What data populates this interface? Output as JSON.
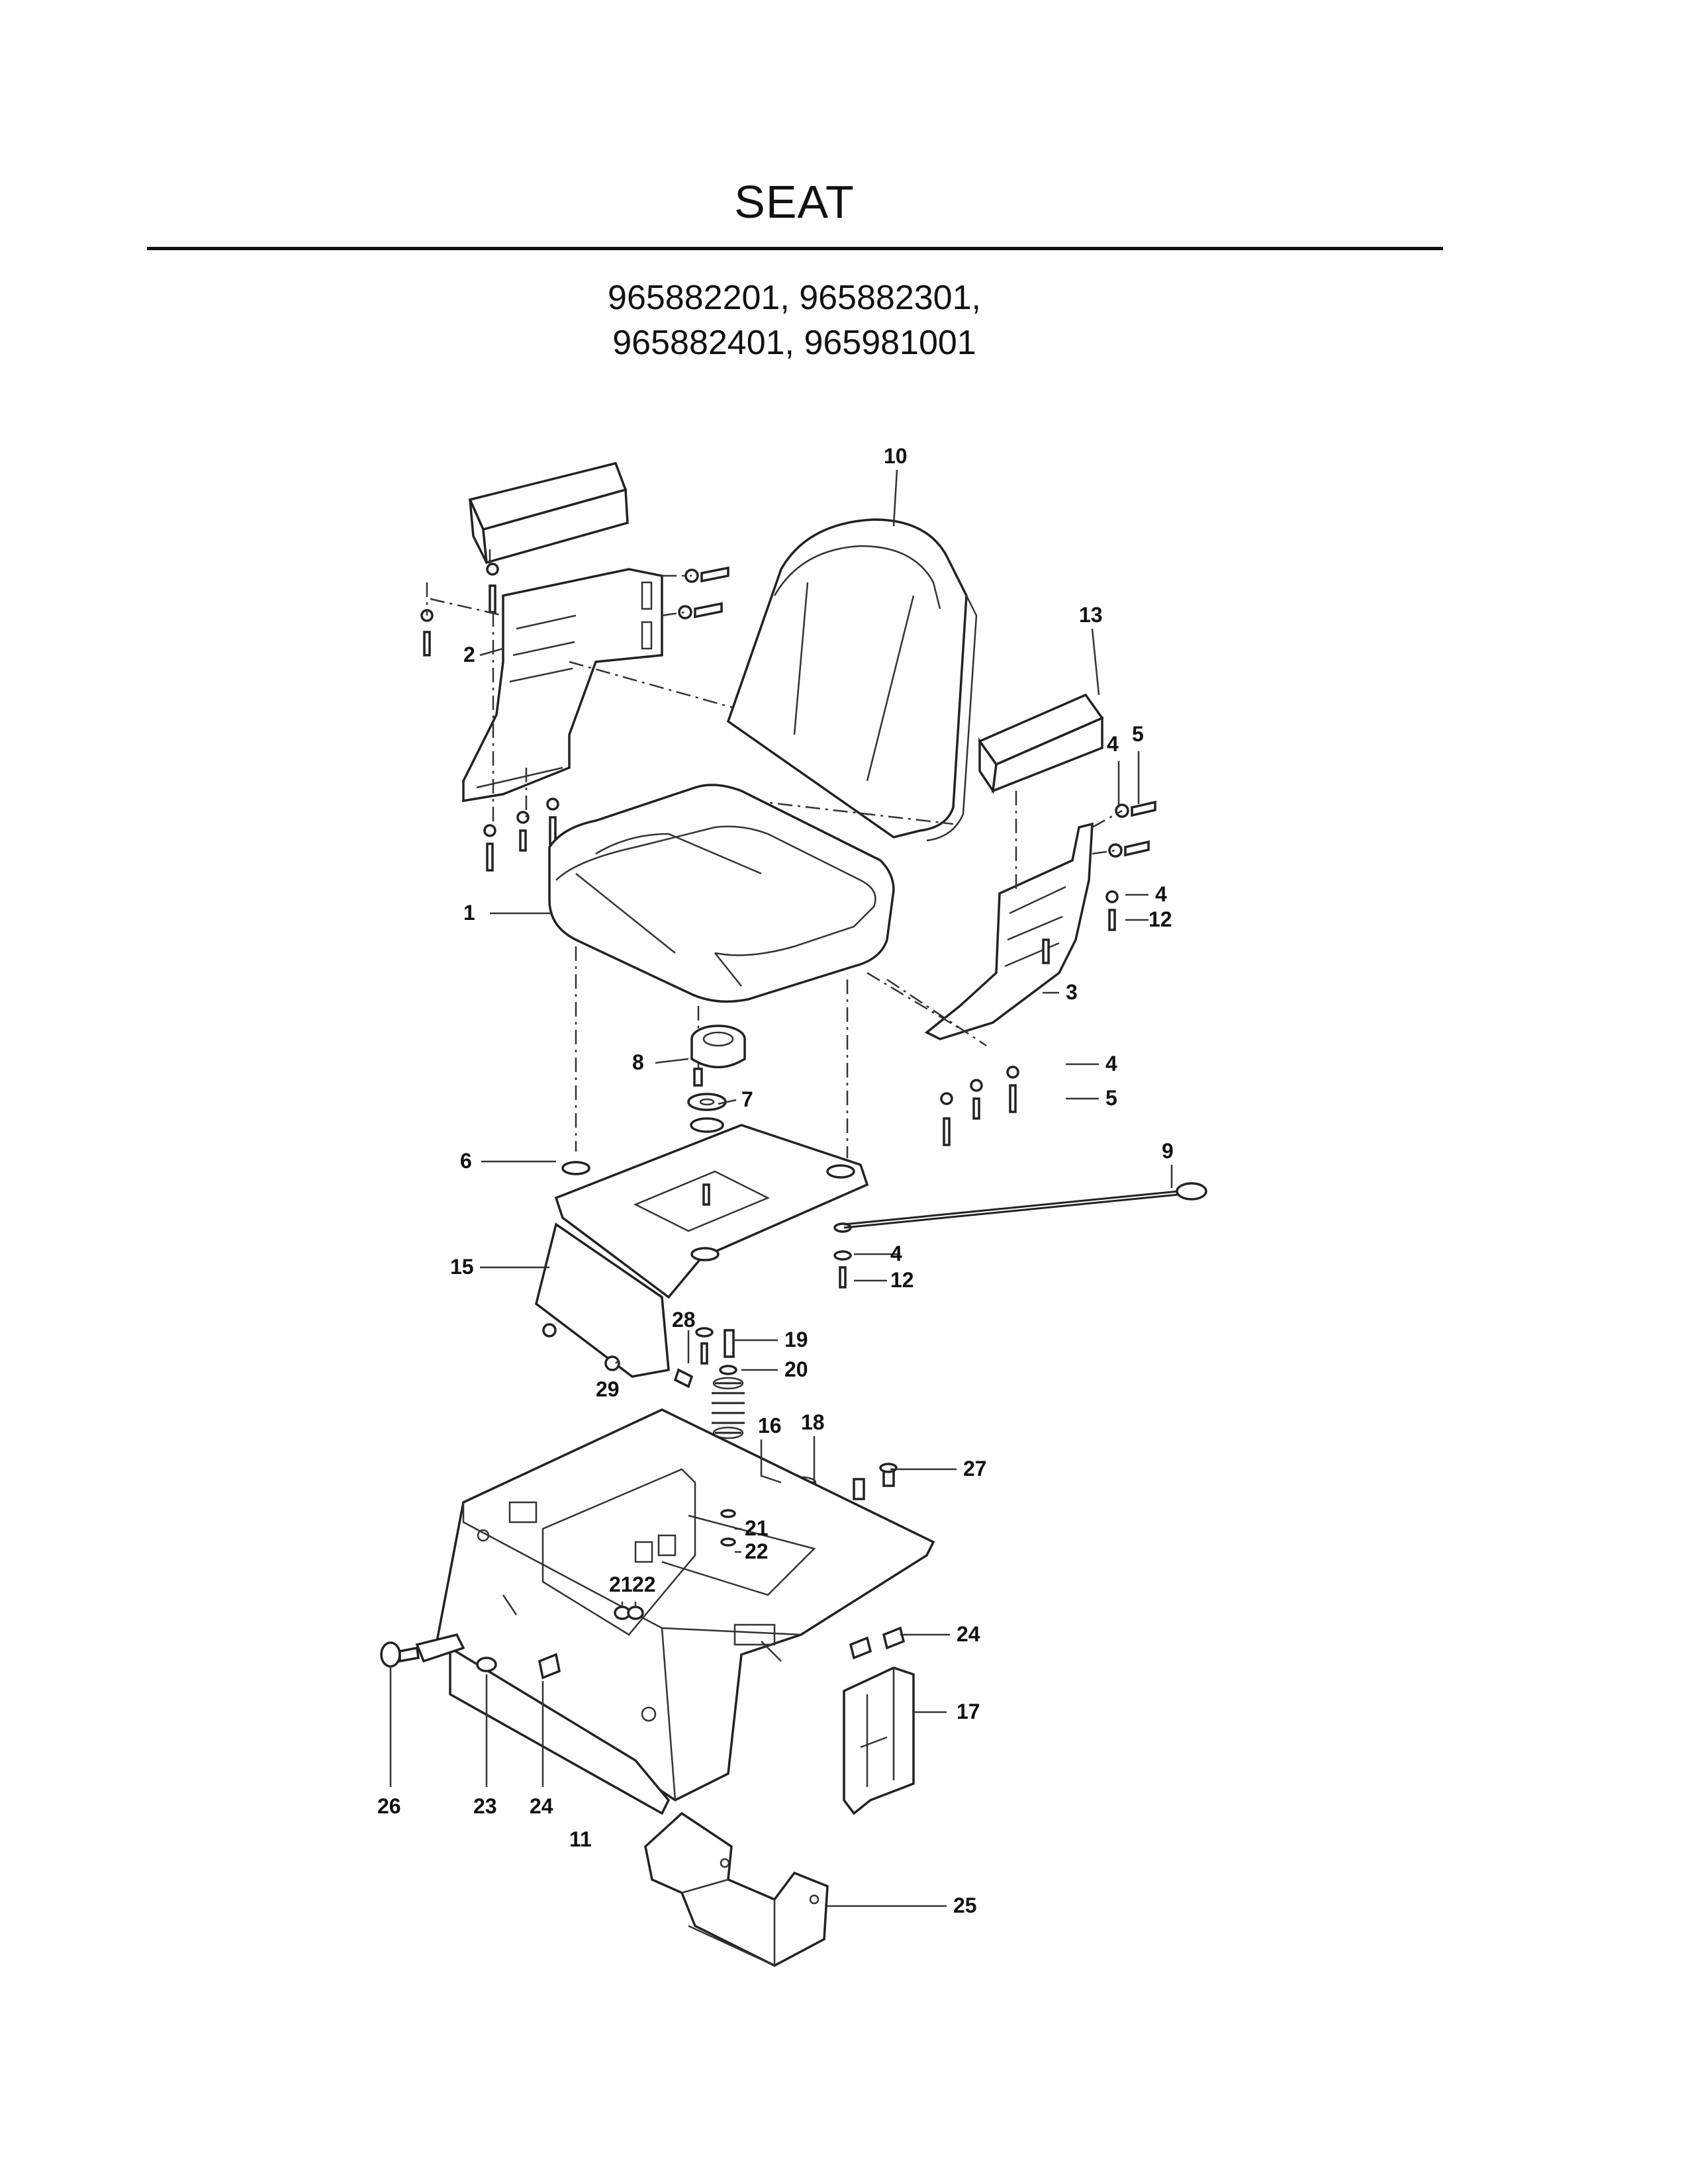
{
  "title": "SEAT",
  "models": {
    "line1": "965882201, 965882301,",
    "line2": "965882401, 965981001"
  },
  "callouts": [
    "1",
    "2",
    "3",
    "4",
    "4",
    "4",
    "4",
    "5",
    "5",
    "6",
    "7",
    "8",
    "9",
    "10",
    "11",
    "12",
    "12",
    "13",
    "15",
    "16",
    "17",
    "18",
    "19",
    "20",
    "21",
    "21",
    "22",
    "22",
    "23",
    "24",
    "24",
    "25",
    "26",
    "27",
    "28",
    "29"
  ]
}
